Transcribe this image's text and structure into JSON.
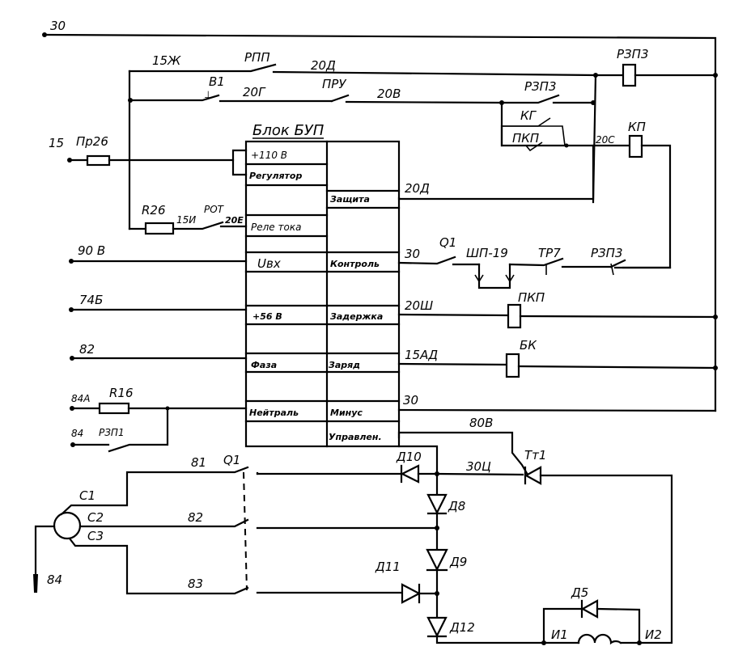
{
  "title": "Блок БУП",
  "block": {
    "left_cells": [
      "+110 В",
      "Регулятор",
      "",
      "Реле тока",
      "",
      "Uвх",
      "",
      "+56 В",
      "",
      "Фаза",
      "",
      "Нейтраль",
      ""
    ],
    "right_cells": [
      "",
      "Защита",
      "",
      "Контроль",
      "",
      "Задержка",
      "",
      "Заряд",
      "",
      "Минус",
      "Управлен."
    ]
  },
  "wire_labels": {
    "w30_top": "30",
    "w15zh": "15Ж",
    "w20d_top": "20Д",
    "w20g": "20Г",
    "w20v": "20В",
    "w15": "15",
    "w20s": "20С",
    "w20d_mid": "20Д",
    "w15i": "15И",
    "w20e": "20Е",
    "w90v": "90 В",
    "w30_ctrl": "30",
    "w74b": "74Б",
    "w20sh": "20Ш",
    "w82_in": "82",
    "w15ad": "15АД",
    "w84a": "84А",
    "w30_minus": "30",
    "w84": "84",
    "w80v": "80В",
    "w81": "81",
    "w30ts": "30Ц",
    "w82_gen": "82",
    "w83": "83",
    "w84_gnd": "84"
  },
  "components": {
    "rpp": "РПП",
    "b1": "В1",
    "pru": "ПРУ",
    "rzp3_coil": "РЗП3",
    "rzp3_contact": "РЗП3",
    "kg": "КГ",
    "pkp_contact": "ПКП",
    "kp": "КП",
    "pr26": "Пр26",
    "r26": "R26",
    "rot": "РОТ",
    "q1_top": "Q1",
    "shp19": "ШП-19",
    "tr7": "ТР7",
    "rzp3_ctrl": "РЗП3",
    "pkp_coil": "ПКП",
    "bk": "БК",
    "r16": "R16",
    "rzp1": "РЗП1",
    "q1_bottom": "Q1",
    "tt1": "Тт1",
    "d10": "Д10",
    "d8": "Д8",
    "d9": "Д9",
    "d11": "Д11",
    "d12": "Д12",
    "d5": "Д5",
    "c1": "С1",
    "c2": "С2",
    "c3": "С3",
    "i1": "И1",
    "i2": "И2"
  }
}
